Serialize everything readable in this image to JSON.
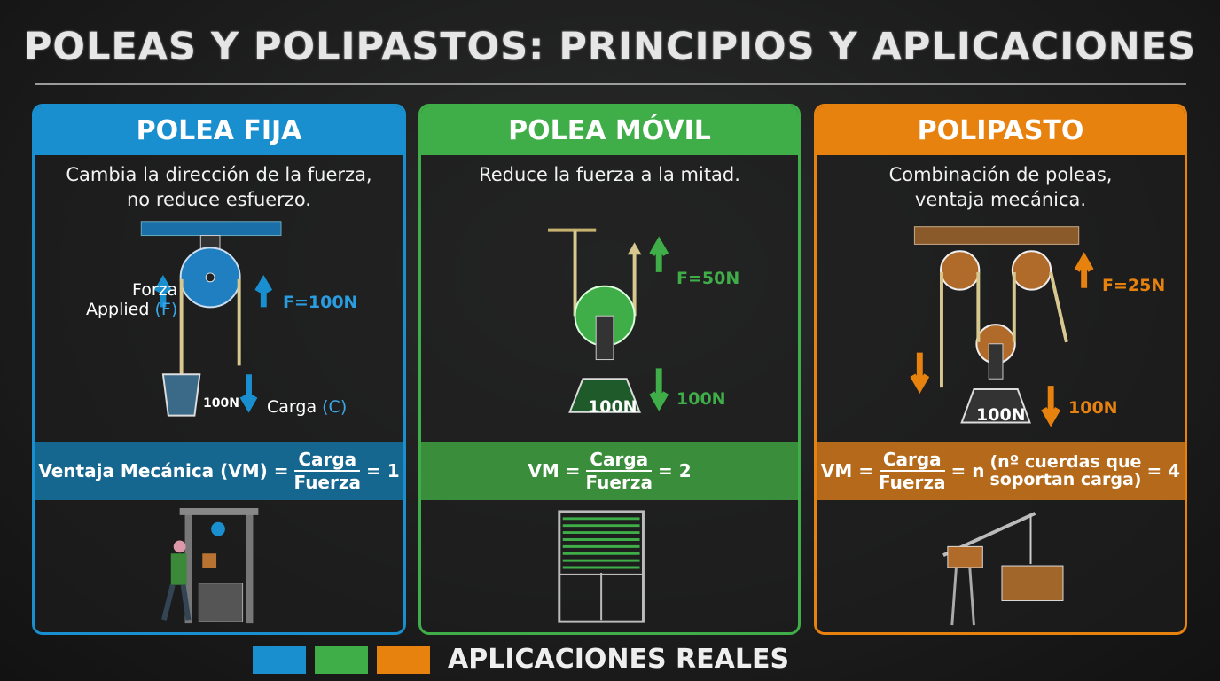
{
  "title": "POLEAS Y POLIPASTOS: PRINCIPIOS Y APLICACIONES",
  "colors": {
    "blue": "#1a8fd0",
    "green": "#3fae49",
    "orange": "#e8820f"
  },
  "panels": [
    {
      "heading": "POLEA FIJA",
      "desc_line1": "Cambia la dirección de la fuerza,",
      "desc_line2": "no reduce esfuerzo.",
      "label_force_1": "Forza",
      "label_force_2": "Applied",
      "label_force_sym": "(F)",
      "label_f": "F=100N",
      "label_load": "Carga",
      "label_load_sym": "(C)",
      "bucket": "100N",
      "formula_left": "Ventaja Mecánica (VM) =",
      "num": "Carga",
      "den": "Fuerza",
      "result": "= 1",
      "application_icon": "well-icon"
    },
    {
      "heading": "POLEA MÓVIL",
      "desc_line1": "Reduce la fuerza a la mitad.",
      "label_f": "F=50N",
      "weight": "100N",
      "label_load": "100N",
      "formula_left": "VM =",
      "num": "Carga",
      "den": "Fuerza",
      "result": "= 2",
      "application_icon": "window-blind-icon"
    },
    {
      "heading": "POLIPASTO",
      "desc_line1": "Combinación de poleas,",
      "desc_line2": "ventaja mecánica.",
      "label_f": "F=25N",
      "weight": "100N",
      "label_load": "100N",
      "formula_left": "VM =",
      "num": "Carga",
      "den": "Fuerza",
      "mid": "= n",
      "note_line1": "(nº cuerdas que",
      "note_line2": "soportan carga)",
      "result": "= 4",
      "application_icon": "crane-icon"
    }
  ],
  "legend": {
    "label": "APLICACIONES REALES"
  }
}
